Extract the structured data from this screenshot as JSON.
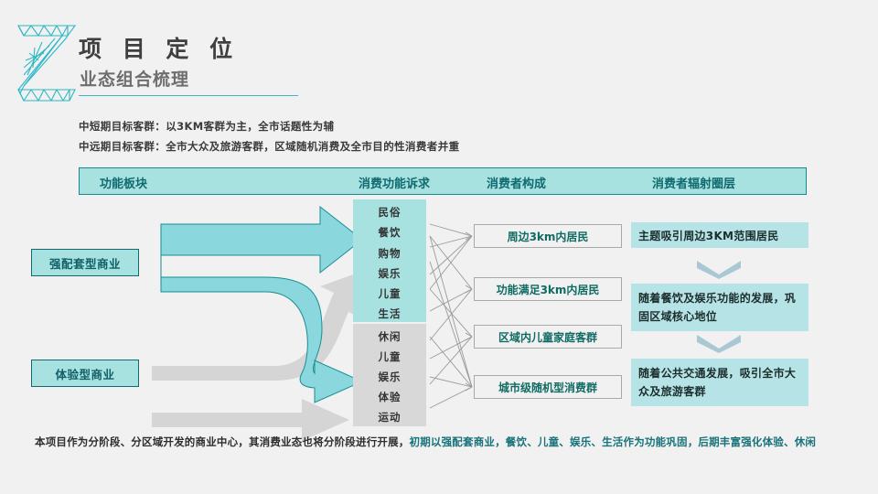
{
  "header": {
    "logo_name": "z-truss-logo",
    "title": "项 目 定 位",
    "subtitle": "业态组合梳理",
    "bullets": [
      "中短期目标客群：以3KM客群为主，全市话题性为辅",
      "中远期目标客群：全市大众及旅游客群，区域随机消费及全市目的性消费者并重"
    ]
  },
  "table": {
    "columns": [
      "功能板块",
      "消费功能诉求",
      "消费者构成",
      "消费者辐射圈层"
    ]
  },
  "categories": [
    {
      "label": "强配套型商业"
    },
    {
      "label": "体验型商业"
    }
  ],
  "demands": {
    "top": [
      "民俗",
      "餐饮",
      "购物",
      "娱乐",
      "儿童",
      "生活"
    ],
    "bottom": [
      "休闲",
      "儿童",
      "娱乐",
      "体验",
      "运动"
    ]
  },
  "consumers": [
    "周边3km内居民",
    "功能满足3km内居民",
    "区域内儿童家庭客群",
    "城市级随机型消费群"
  ],
  "radiation": [
    "主题吸引周边3KM范围居民",
    "随着餐饮及娱乐功能的发展，巩固区域核心地位",
    "随着公共交通发展，吸引全市大众及旅游客群"
  ],
  "footer": {
    "plain": "本项目作为分阶段、分区域开发的商业中心，其消费业态也将分阶段进行开展，",
    "highlight": "初期以强配套商业，餐饮、儿童、娱乐、生活作为功能巩固，后期丰富强化体验、休闲"
  },
  "colors": {
    "accent_teal": "#3ab8c4",
    "header_fill": "#a7e1e0",
    "header_border": "#138a8f",
    "deep_teal": "#0f6b70",
    "gray_fill": "#d8d8d8",
    "arrow_teal": "#8ad8dd",
    "arrow_gray": "#d5d5d5",
    "radiation_fill": "#b6e3e5",
    "chevron": "#aac8d4",
    "background": "#f1f1f1"
  }
}
